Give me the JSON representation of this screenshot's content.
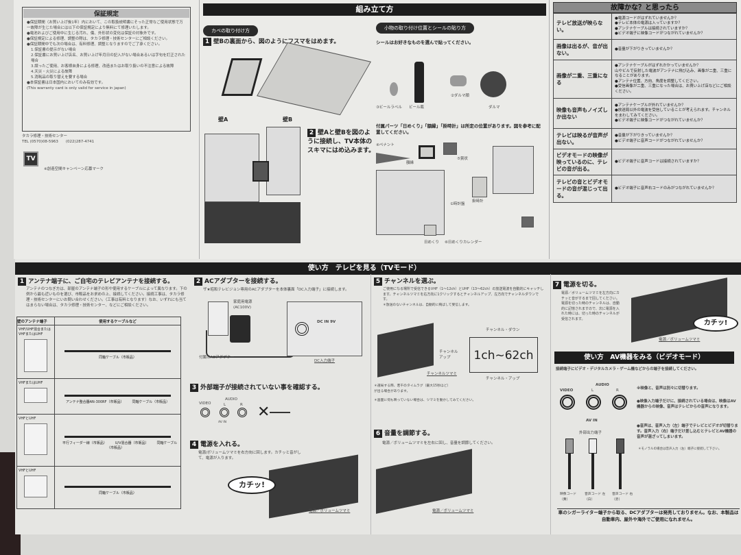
{
  "warranty": {
    "title": "保証規定",
    "items": [
      "●保証期間（お買い上げ後1年）内において、この取扱説明書にそった正常なご使用状態で万一故障が生じた場合には以下の保証規定により無料にて修理いたします。",
      "●電池およびご使用中に生じる汚れ、傷、外形状の変化は保証の対象外です。",
      "●保証規定による修理、調整の際は、タカラ修理・技術センターにご相談ください。",
      "●保証期間中でも次の場合は、有料修理、調整となりますのでご了承ください。",
      "1.保証書の提示がない場合",
      "2.保証書にお買い上げ店名、お買い上げ年月日の記入がない場合あるいは字句を訂正された場合",
      "3.誤ったご使用、お客様自身による修理、改造またはお取り扱いの不注意による故障",
      "4.天災・火災による故障",
      "5.消耗品の取り替えを要する場合",
      "●本保証書は日本国内においてのみ有効です。",
      "(This warranty card is only valid for service in japan)"
    ],
    "center": "タカラ修理・技術センター",
    "tel": "TEL (0570)08-5963　　(022)287-4741",
    "tv_mark": "TV",
    "campaign": "※創造空間キャンペーン応募マーク"
  },
  "assembly": {
    "title": "組み立て方",
    "wall": {
      "heading": "カベの取り付け方",
      "step1": "壁Bの裏面から、図のようにフスマをはめます。",
      "label_a": "壁A",
      "label_b": "壁B",
      "step2": "壁Aと壁Bを図のように接続し、TV本体のスキマにはめ込みます。"
    },
    "parts": {
      "heading": "小物の取り付け位置とシールの貼り方",
      "note": "シールはお好きなものを選んで貼ってください。",
      "labels": [
        "③ビールラベル",
        "ビール瓶",
        "②ダルマ顔",
        "ダルマ"
      ],
      "note2": "付属パーツ「日めくり」「額縁」「掛時計」は所定の位置があります。図を参考に配置してください。",
      "labels2": [
        "④ペナント",
        "額縁",
        "⑤賞状",
        "①時計盤",
        "掛時計",
        "日めくり",
        "⑥日めくりカレンダー"
      ]
    }
  },
  "trouble": {
    "title": "故障かな？と思ったら",
    "rows": [
      {
        "symptom": "テレビ放送が映らない。",
        "checks": "●電源コードがはずれていませんか？\n●テレビ本体の電源は入っていますか？\n●アンテナケーブルは接続されていますか？\n●ビデオ端子に映像コードがつながれていませんか？"
      },
      {
        "symptom": "画像は出るが、音が出ない。",
        "checks": "●音量が下がりきっていませんか？"
      },
      {
        "symptom": "画像が二重、三重になる",
        "checks": "●アンテナケーブルがはずれかかっていませんか？\n山やビルで反射した電波がアンテナに飛び込み、画像が二重、三重になることがあります。\n●アンテナ位置、方向、角度を調整してください。\n●受信画像が二重、三重になった場合は、お買い上げ店などにご相談ください。"
      },
      {
        "symptom": "映像も音声もノイズしか出ない",
        "checks": "●アンテナケーブルが外れていませんか？\n●放送局以外の電波を受信していることが考えられます。チャンネルをまわしてみてください。\n●ビデオ端子に映像コードがつながれていませんか？"
      },
      {
        "symptom": "テレビは映るが音声が出ない。",
        "checks": "●音量が下がりきっていませんか？\n●ビデオ端子に音声コードがつながれていませんか？"
      },
      {
        "symptom": "ビデオモードの映像が映っているのに、テレビの音が出る。",
        "checks": "●ビデオ端子に音声コードは接続されていますか？"
      },
      {
        "symptom": "テレビの音とビデオモードの音が混じって出る。",
        "checks": "●ビデオ端子に音声右コードのみがつながれていませんか？"
      }
    ]
  },
  "usage": {
    "title": "使い方　テレビを見る（TVモード）",
    "step1": {
      "title": "アンテナ端子に、ご自宅のテレビアンテナを接続する。",
      "desc": "アンテナのつなぎ方は、部屋のアンテナ端子の形や使用するケーブルによって異なります。下の例から最も近いものを選び、市販品をお求めの上、接続してください。接続工事は、タカラ修理・技術センターにいお問い合わせください。（工事は有料となります）なお、いずれにも当てはまらない場合は、タカラ修理・技術センター、などにご相談ください。",
      "col1": "壁のアンテナ端子",
      "col2": "使用するケーブルなど",
      "rows": [
        {
          "type": "VHF/UHF混合またはVHFまたはUHF",
          "cables": [
            "同軸ケーブル（市販品）"
          ]
        },
        {
          "type": "VHFまたはUHF",
          "cables": [
            "アンテナ整合器AN-300RF（市販品）",
            "同軸ケーブル（市販品）"
          ]
        },
        {
          "type": "VHFとUHF",
          "cables": [
            "平行フィーダー線（市販品）",
            "U/V混合器（市販品）",
            "同軸ケーブル（市販品）"
          ]
        },
        {
          "type": "VHFとUHF",
          "cables": [
            "同軸ケーブル（市販品）"
          ]
        }
      ]
    },
    "step2": {
      "title": "ACアダプターを接続する。",
      "desc": "ザ★昭和テレビジョン専用のACアダプターを本体裏面「DC入力端子」に接続します。",
      "outlet": "家庭用電源 (AC100V)",
      "dcin": "DC IN 9V",
      "adapter": "付属のACアダプター",
      "jack": "DC入力端子"
    },
    "step3": {
      "title": "外部端子が接続されていない事を確認する。",
      "video": "VIDEO",
      "audio": "AUDIO",
      "l": "L",
      "r": "R",
      "avin": "AV IN"
    },
    "step4": {
      "title": "電源を入れる。",
      "desc": "電源/ボリュームツマミを右方向に回します。カチッと音がして、電源が入ります。",
      "click": "カチッ!",
      "knob": "電源／ボリュームツマミ"
    },
    "step5": {
      "title": "チャンネルを選ぶ。",
      "desc": "ご使用になる場所で受信できるVHF（1〜12ch）とUHF（13〜62ch）の放送電波を自動的にキャッチします。チャンネルツマミを右方向に1クリックするとチャンネルアップ、左方向でチャンネルダウンです。",
      "note": "＊放送のないチャンネルは、自動的に飛ばして受信します。",
      "down": "チャンネル・ダウン",
      "up": "チャンネル・アップ",
      "range": "1ch~62ch",
      "ch_up": "チャンネルアップ",
      "knob": "チャンネルツマミ",
      "note2": "＊選局する際、若干のタイムラグ（最大15秒ほど）が出る場合があります。",
      "note3": "＊画面に何も映っていない場合は、ツマミを動かしてみてください。"
    },
    "step6": {
      "title": "音量を調節する。",
      "desc": "電源／ボリュームツマミを左右に回し、音量を調節してください。",
      "knob": "電源／ボリュームツマミ"
    },
    "step7": {
      "title": "電源を切る。",
      "desc": "電源／ボリュームツマミを左方向にカチッと音がするまで回してください。電源を切った時のチャンネルは、自動的に記憶されますので、次に電源を入れた時には、切った時のチャンネルが受信されます。",
      "click": "カチッ!",
      "knob": "電源／ボリュームツマミ"
    }
  },
  "av": {
    "title": "使い方　AV機器をみる（ビデオモード）",
    "desc": "接続端子にビデオ・デジタルカメラ・ゲーム機などからの端子を接続してください。",
    "note1": "※映像と、音声は別々に切替ります。",
    "note2": "●映像入力端子だけに、接続されている場合は、映像はAV機器からの映像、音声はテレビからの音声になります。",
    "note3": "●音声は、音声入力（左）端子でテレビとビデオが切替ります。音声入力（右）端子だけ差し込むとテレビとAV機器の音声が混ざってしまいます。",
    "note4": "＊モノラルの場合は音声入力（左）端子に接続して下さい。",
    "video": "VIDEO",
    "audio": "AUDIO",
    "l": "L",
    "r": "R",
    "avin": "AV IN",
    "ext": "外部出力端子",
    "cords": [
      "映像コード（黄）",
      "音声コード 左（白）",
      "音声コード 右（赤）"
    ],
    "footer": "車のシガーライター端子から取る、DCアダプターは発売しておりません。なお、本製品は自動車内、屋外や海外でご使用になれません。"
  }
}
